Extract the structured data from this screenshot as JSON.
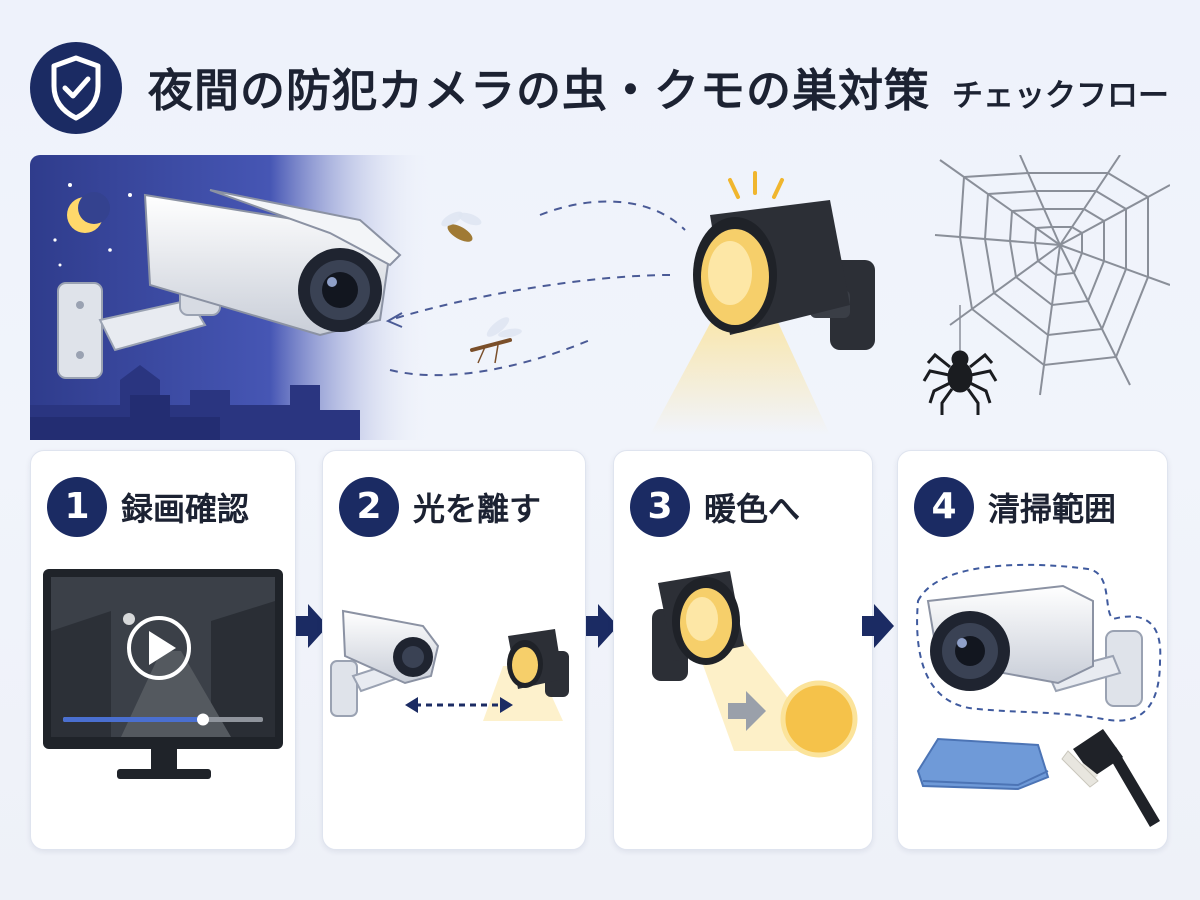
{
  "header": {
    "title": "夜間の防犯カメラの虫・クモの巣対策",
    "subtitle": "チェックフロー",
    "icon": "shield-check-icon"
  },
  "colors": {
    "navy": "#1b2b63",
    "warm_light": "#f5c24a",
    "night_sky": "#3a4aa8",
    "card_bg": "#ffffff"
  },
  "steps": [
    {
      "number": "1",
      "label": "録画確認",
      "icon": "monitor-play-icon",
      "progress": 0.7
    },
    {
      "number": "2",
      "label": "光を離す",
      "icon": "camera-light-distance-icon"
    },
    {
      "number": "3",
      "label": "暖色へ",
      "icon": "warm-light-icon"
    },
    {
      "number": "4",
      "label": "清掃範囲",
      "icon": "cleaning-area-icon"
    }
  ]
}
